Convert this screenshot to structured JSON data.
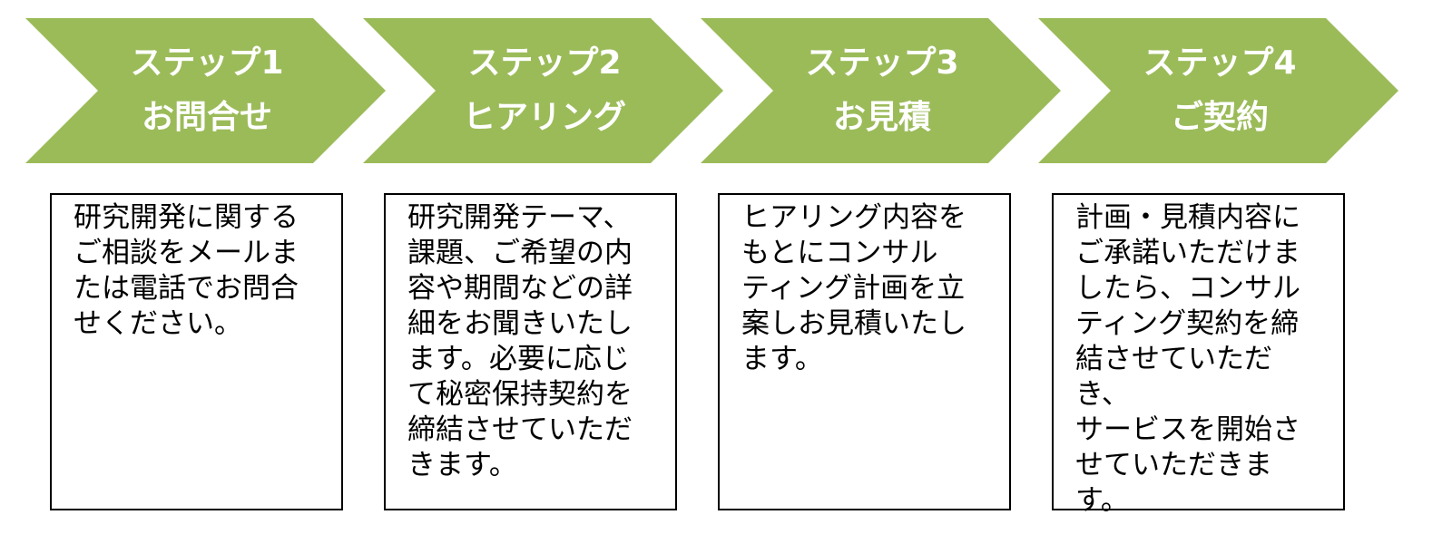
{
  "colors": {
    "chevron_fill": "#9BBB59",
    "title_text": "#FFFFFF",
    "box_border": "#000000"
  },
  "steps": [
    {
      "step_label": "ステップ1",
      "title": "お問合せ",
      "description": "研究開発に関する\nご相談をメールま\nたは電話でお問合\nせください。"
    },
    {
      "step_label": "ステップ2",
      "title": "ヒアリング",
      "description": "研究開発テーマ、\n課題、ご希望の内\n容や期間などの詳\n細をお聞きいたし\nます。必要に応じ\nて秘密保持契約を\n締結させていただ\nきます。"
    },
    {
      "step_label": "ステップ3",
      "title": "お見積",
      "description": "ヒアリング内容を\nもとにコンサル\nティング計画を立\n案しお見積いたし\nます。"
    },
    {
      "step_label": "ステップ4",
      "title": "ご契約",
      "description": "計画・見積内容に\nご承諾いただけま\nしたら、コンサル\nティング契約を締\n結させていただき、\nサービスを開始さ\nせていただきます。"
    }
  ]
}
